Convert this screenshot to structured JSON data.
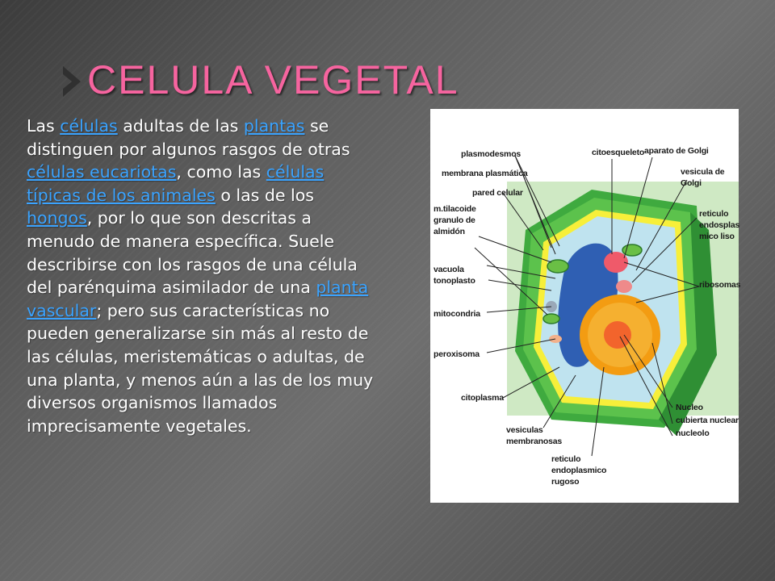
{
  "slide": {
    "title": "CELULA VEGETAL",
    "paragraph": [
      {
        "text": "Las "
      },
      {
        "text": "células",
        "link": true
      },
      {
        "text": " adultas de las "
      },
      {
        "text": "plantas",
        "link": true
      },
      {
        "text": " se distinguen por algunos rasgos de otras "
      },
      {
        "text": "células eucariotas",
        "link": true
      },
      {
        "text": ", como las "
      },
      {
        "text": "células típicas de los animales",
        "link": true
      },
      {
        "text": " o las de los "
      },
      {
        "text": "hongos",
        "link": true
      },
      {
        "text": ", por lo que son descritas a menudo de manera específica. Suele describirse con los rasgos de una célula del parénquima asimilador de una "
      },
      {
        "text": "planta vascular",
        "link": true
      },
      {
        "text": "; pero sus características no pueden generalizarse sin más al resto de las células, meristemáticas o adultas, de una planta, y menos aún a las de los muy diversos organismos llamados imprecisamente vegetales."
      }
    ]
  },
  "diagram": {
    "labels": {
      "plasmodesmos": "plasmodesmos",
      "membrana": "membrana plasmática",
      "pared": "pared celular",
      "tilacoide": "m.tilacoide",
      "granulo": "granulo de",
      "almidon": "almidón",
      "vacuola": "vacuola",
      "tonoplasto": "tonoplasto",
      "mitocondria": "mitocondria",
      "peroxisoma": "peroxisoma",
      "citoplasma": "citoplasma",
      "vesiculas": "vesiculas",
      "membranosas": "membranosas",
      "reticulo_r1": "reticulo",
      "reticulo_r2": "endoplasmico",
      "reticulo_r3": "rugoso",
      "citoesqueleto": "citoesqueleto",
      "golgi": "aparato de Golgi",
      "vesicula_golgi1": "vesicula de",
      "vesicula_golgi2": "Golgi",
      "reticulo_l1": "reticulo",
      "reticulo_l2": "endosplas",
      "reticulo_l3": "mico liso",
      "ribosomas": "ribosomas",
      "nucleo": "Nucleo",
      "cubierta": "cubierta nuclear",
      "nucleolo": "nucleolo"
    }
  },
  "colors": {
    "title": "#f6649f",
    "link": "#3aa3ff",
    "text": "#ffffff",
    "cell_wall": "#3faa3f",
    "nucleus": "#f39c12",
    "vacuole": "#2f5fb3"
  }
}
